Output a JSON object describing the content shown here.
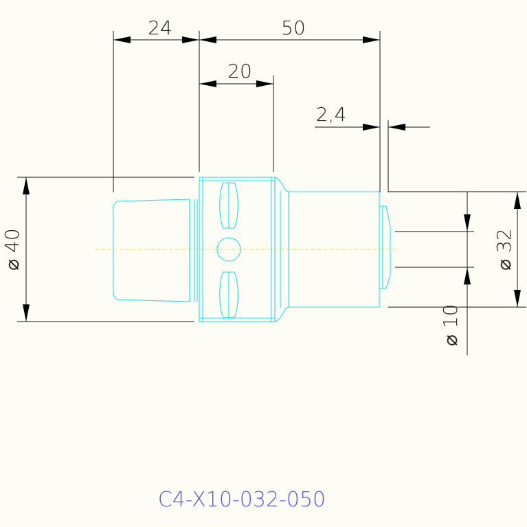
{
  "dimensions": {
    "d24": "24",
    "d50": "50",
    "d20": "20",
    "d2_4": "2,4",
    "dia40": "⌀ 40",
    "dia32": "⌀ 32",
    "dia10": "⌀ 10"
  },
  "part_code": "C4-X10-032-050",
  "colors": {
    "background": "#fdfdf6",
    "part_outline": "#22e0ea",
    "centerline": "#f2e23a",
    "dimension": "#111111",
    "code_text": "#5a5ad6"
  }
}
